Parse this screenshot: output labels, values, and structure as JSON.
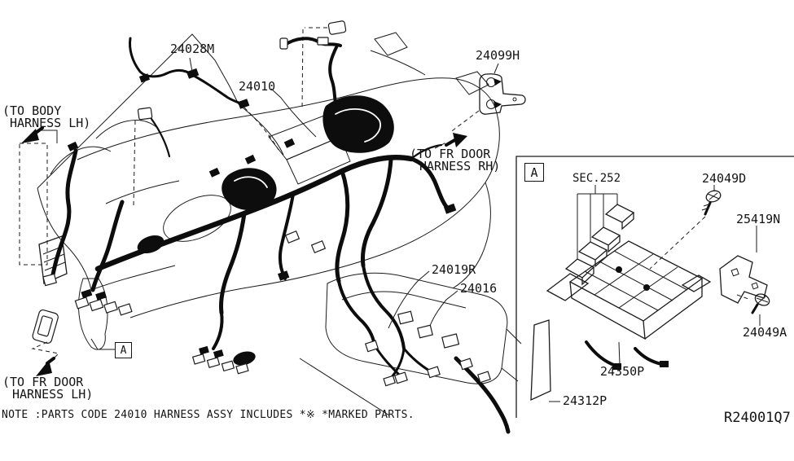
{
  "note": "NOTE :PARTS CODE 24010 HARNESS ASSY INCLUDES *※ *MARKED PARTS.",
  "ref_code": "R24001Q7",
  "detail": {
    "marker": "A",
    "section_label": "SEC.252"
  },
  "parts": {
    "p24028m": "24028M",
    "p24010": "24010",
    "p24099h": "24099H",
    "p24019r": "24019R",
    "p24016": "24016",
    "p24049d": "24049D",
    "p25419n": "25419N",
    "p24049a": "24049A",
    "p24350p": "24350P",
    "p24312p": "24312P"
  },
  "callouts": {
    "body_lh_1": "(TO BODY",
    "body_lh_2": "HARNESS LH)",
    "fr_rh_1": "(TO FR DOOR",
    "fr_rh_2": "HARNESS RH)",
    "fr_lh_1": "(TO FR DOOR",
    "fr_lh_2": "HARNESS LH)"
  },
  "colors": {
    "ink": "#1b1b1b",
    "background": "#ffffff"
  }
}
